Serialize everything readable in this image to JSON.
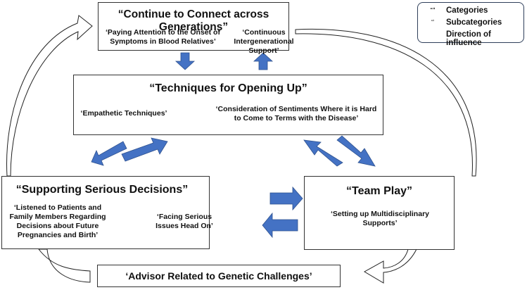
{
  "colors": {
    "arrow_fill": "#4472c4",
    "arrow_stroke": "#2f528f",
    "box_border": "#333333",
    "legend_border": "#2f3f5a"
  },
  "legend": {
    "items": [
      {
        "symbol": "“”",
        "label": "Categories"
      },
      {
        "symbol": "‘’",
        "label": "Subcategories"
      },
      {
        "symbol": "arrow-right-icon",
        "label": "Direction of influence"
      }
    ]
  },
  "categories": {
    "connect": {
      "title": "“Continue to Connect across Generations”",
      "subcategories": [
        "‘Paying Attention to the Onset of Symptoms in Blood Relatives’",
        "‘Continuous Intergenerational Support’"
      ]
    },
    "opening": {
      "title": "“Techniques for Opening Up”",
      "subcategories": [
        "‘Empathetic Techniques’",
        "‘Consideration of Sentiments Where it is Hard to Come to Terms with the Disease’"
      ]
    },
    "decisions": {
      "title": "“Supporting Serious Decisions”",
      "subcategories": [
        "‘Listened to Patients and Family Members Regarding Decisions about Future Pregnancies and Birth’",
        "‘Facing Serious Issues Head On’"
      ]
    },
    "team": {
      "title": "“Team Play”",
      "subcategories": [
        "‘Setting up Multidisciplinary Supports’"
      ]
    },
    "advisor": {
      "title": "‘Advisor Related to Genetic Challenges’"
    }
  },
  "connections": [
    {
      "from": "connect",
      "to": "opening",
      "type": "influence"
    },
    {
      "from": "opening",
      "to": "connect",
      "type": "influence"
    },
    {
      "from": "opening",
      "to": "decisions",
      "type": "influence"
    },
    {
      "from": "decisions",
      "to": "opening",
      "type": "influence"
    },
    {
      "from": "opening",
      "to": "team",
      "type": "influence"
    },
    {
      "from": "team",
      "to": "opening",
      "type": "influence"
    },
    {
      "from": "decisions",
      "to": "team",
      "type": "influence"
    },
    {
      "from": "team",
      "to": "decisions",
      "type": "influence"
    },
    {
      "from": "decisions",
      "to": "connect",
      "type": "cycle"
    },
    {
      "from": "connect",
      "to": "team",
      "type": "cycle"
    },
    {
      "from": "team",
      "to": "advisor",
      "type": "cycle"
    },
    {
      "from": "advisor",
      "to": "decisions",
      "type": "cycle"
    }
  ]
}
